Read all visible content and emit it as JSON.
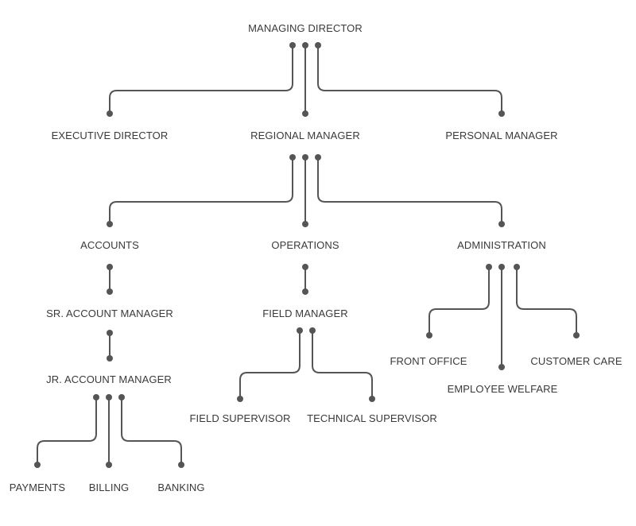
{
  "nodes": {
    "managing_director": "MANAGING DIRECTOR",
    "executive_director": "EXECUTIVE DIRECTOR",
    "regional_manager": "REGIONAL MANAGER",
    "personal_manager": "PERSONAL MANAGER",
    "accounts": "ACCOUNTS",
    "operations": "OPERATIONS",
    "administration": "ADMINISTRATION",
    "sr_account_manager": "SR. ACCOUNT MANAGER",
    "field_manager": "FIELD MANAGER",
    "front_office": "FRONT OFFICE",
    "employee_welfare": "EMPLOYEE WELFARE",
    "customer_care": "CUSTOMER CARE",
    "jr_account_manager": "JR. ACCOUNT MANAGER",
    "field_supervisor": "FIELD SUPERVISOR",
    "technical_supervisor": "TECHNICAL SUPERVISOR",
    "payments": "PAYMENTS",
    "billing": "BILLING",
    "banking": "BANKING"
  },
  "edges": [
    [
      "managing_director",
      "executive_director"
    ],
    [
      "managing_director",
      "regional_manager"
    ],
    [
      "managing_director",
      "personal_manager"
    ],
    [
      "regional_manager",
      "accounts"
    ],
    [
      "regional_manager",
      "operations"
    ],
    [
      "regional_manager",
      "administration"
    ],
    [
      "accounts",
      "sr_account_manager"
    ],
    [
      "sr_account_manager",
      "jr_account_manager"
    ],
    [
      "jr_account_manager",
      "payments"
    ],
    [
      "jr_account_manager",
      "billing"
    ],
    [
      "jr_account_manager",
      "banking"
    ],
    [
      "operations",
      "field_manager"
    ],
    [
      "field_manager",
      "field_supervisor"
    ],
    [
      "field_manager",
      "technical_supervisor"
    ],
    [
      "administration",
      "front_office"
    ],
    [
      "administration",
      "employee_welfare"
    ],
    [
      "administration",
      "customer_care"
    ]
  ],
  "colors": {
    "line": "#555555",
    "text": "#3a3a3a",
    "background": "#ffffff"
  }
}
